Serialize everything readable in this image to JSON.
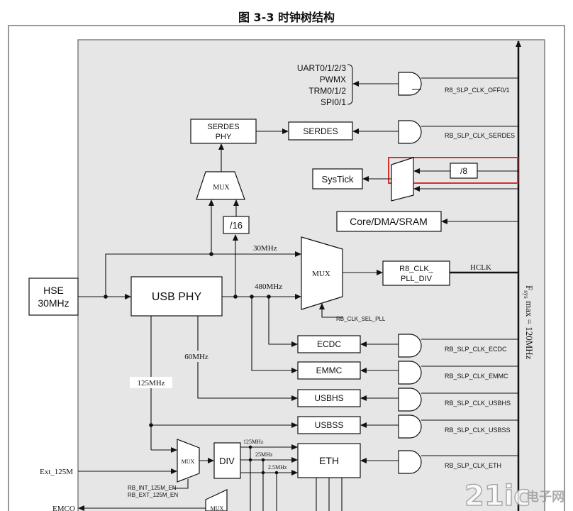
{
  "figure_title": "图 3-3 时钟树结构",
  "inputs": {
    "hse_line1": "HSE",
    "hse_line2": "30MHz",
    "ext_125m": "Ext_125M",
    "emco": "EMCO"
  },
  "blocks": {
    "usb_phy": "USB PHY",
    "serdes_phy_line1": "SERDES",
    "serdes_phy_line2": "PHY",
    "serdes": "SERDES",
    "systick": "SysTick",
    "core_dma_sram": "Core/DMA/SRAM",
    "pll_div_line1": "R8_CLK_",
    "pll_div_line2": "PLL_DIV",
    "ecdc": "ECDC",
    "emmc": "EMMC",
    "usbhs": "USBHS",
    "usbss": "USBSS",
    "eth": "ETH",
    "div": "DIV",
    "div16": "/16",
    "div8": "/8",
    "mux": "MUX"
  },
  "peripherals_group": [
    "UART0/1/2/3",
    "PWMX",
    "TRM0/1/2",
    "SPI0/1"
  ],
  "freq_labels": {
    "f30": "30MHz",
    "f480": "480MHz",
    "f60": "60MHz",
    "f125": "125MHz",
    "f125_eth": "125MHz",
    "f25": "25MHz",
    "f2_5": "2.5MHz",
    "hclk": "HCLK"
  },
  "control_signals": {
    "slp_clk_off0": "R8_SLP_CLK_OFF0/1",
    "slp_clk_serdes": "RB_SLP_CLK_SERDES",
    "sel_pll": "RB_CLK_SEL_PLL",
    "slp_ecdc": "RB_SLP_CLK_ECDC",
    "slp_emmc": "RB_SLP_CLK_EMMC",
    "slp_usbhs": "RB_SLP_CLK_USBHS",
    "slp_usbss": "RB_SLP_CLK_USBSS",
    "slp_eth": "RB_SLP_CLK_ETH",
    "int_125m_en": "RB_INT_125M_EN",
    "ext_125m_en": "RB_EXT_125M_EN"
  },
  "fsys_bus": {
    "label_prefix": "F",
    "label_sub": "sys",
    "label_suffix": " max = 120MHz"
  },
  "watermark": {
    "brand": "21ic",
    "site": "电子网"
  },
  "colors": {
    "panel": "#e6e6e6",
    "highlight": "#d9302c",
    "watermark": "#9a9a9a"
  }
}
